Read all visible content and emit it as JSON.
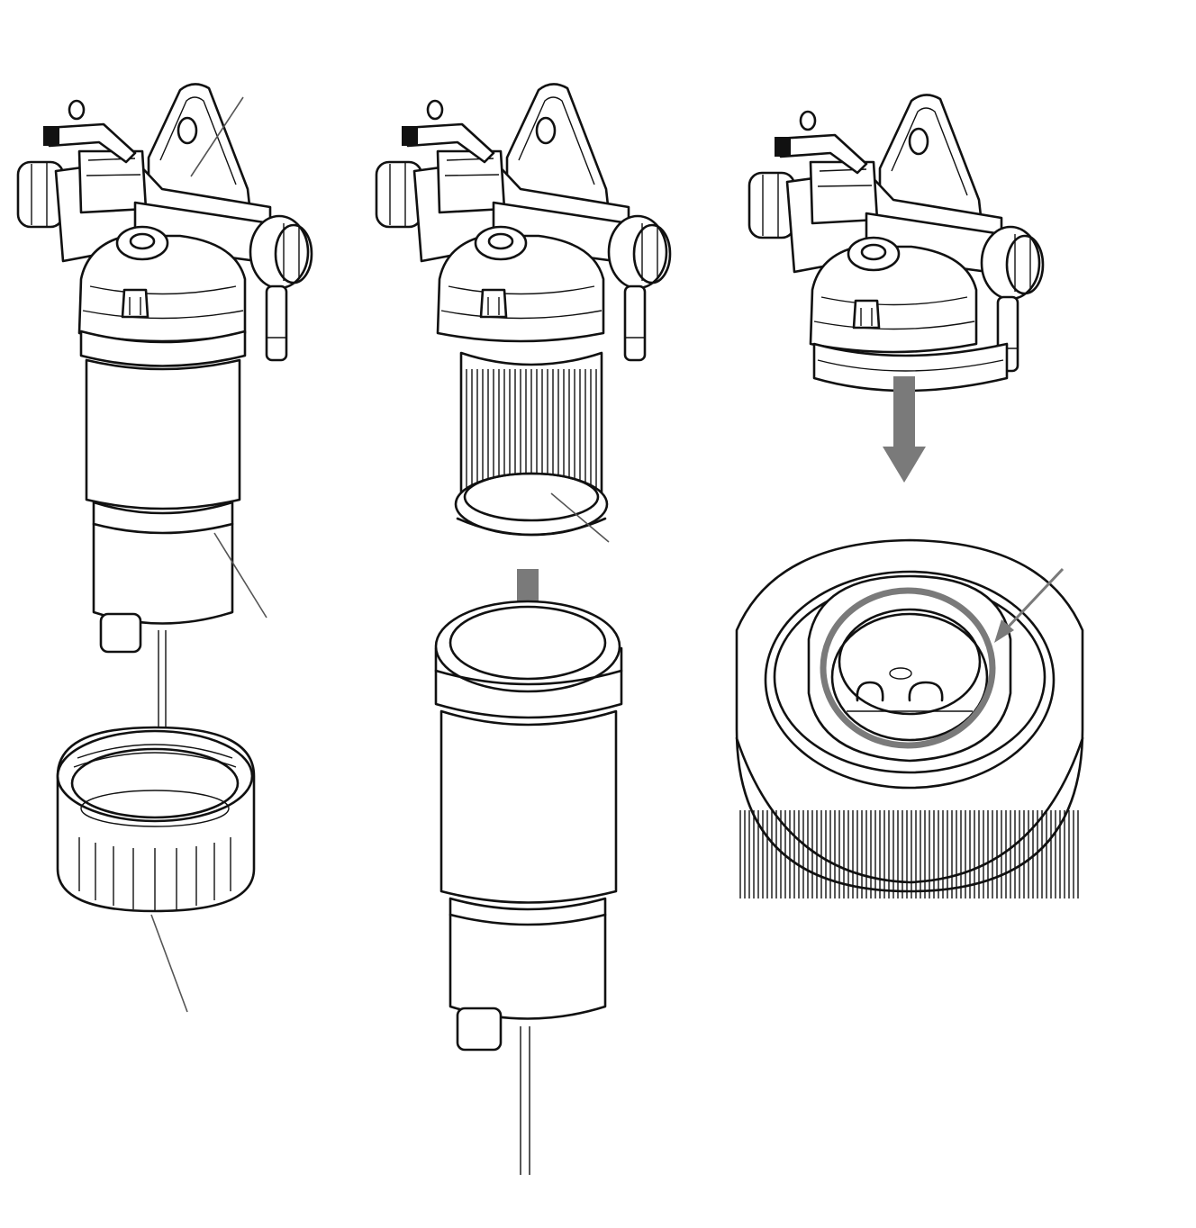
{
  "figure": {
    "panels": [
      "step-1-remove-ring-nut",
      "step-2-remove-filter-element",
      "step-3-check-seal"
    ],
    "colors": {
      "line": "#111111",
      "arrow": "#7a7a7a",
      "seal_highlight": "#7a7a7a",
      "background": "#ffffff"
    },
    "icons": [
      "down-arrow-icon",
      "pointer-arrow-icon"
    ]
  }
}
